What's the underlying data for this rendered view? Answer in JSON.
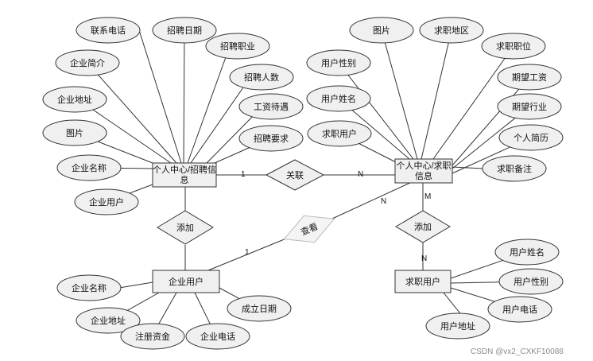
{
  "entities": {
    "recruit_info": {
      "line1": "个人中心/招聘信",
      "line2": "息"
    },
    "job_info": {
      "line1": "个人中心/求职",
      "line2": "信息"
    },
    "enterprise_user": {
      "label": "企业用户"
    },
    "job_user": {
      "label": "求职用户"
    }
  },
  "relationships": {
    "guanlian": "关联",
    "tianjia_left": "添加",
    "chakan": "查看",
    "tianjia_right": "添加"
  },
  "attributes": {
    "recruit_info": [
      "联系电话",
      "招聘日期",
      "企业简介",
      "招聘职业",
      "招聘人数",
      "企业地址",
      "工资待遇",
      "图片",
      "招聘要求",
      "企业名称",
      "企业用户"
    ],
    "job_info": [
      "图片",
      "求职地区",
      "用户性别",
      "求职职位",
      "期望工资",
      "用户姓名",
      "期望行业",
      "求职用户",
      "个人简历",
      "求职备注"
    ],
    "enterprise_user": [
      "企业名称",
      "企业地址",
      "注册资金",
      "企业电话",
      "成立日期"
    ],
    "job_user": [
      "用户姓名",
      "用户性别",
      "用户电话",
      "用户地址"
    ]
  },
  "cardinalities": {
    "guanlian_left": "1",
    "guanlian_right": "N",
    "chakan_top": "N",
    "chakan_bottom": "1",
    "tianjia_right_top": "M",
    "tianjia_right_bottom": "N"
  },
  "watermark": "CSDN @vx2_CXKF10088"
}
